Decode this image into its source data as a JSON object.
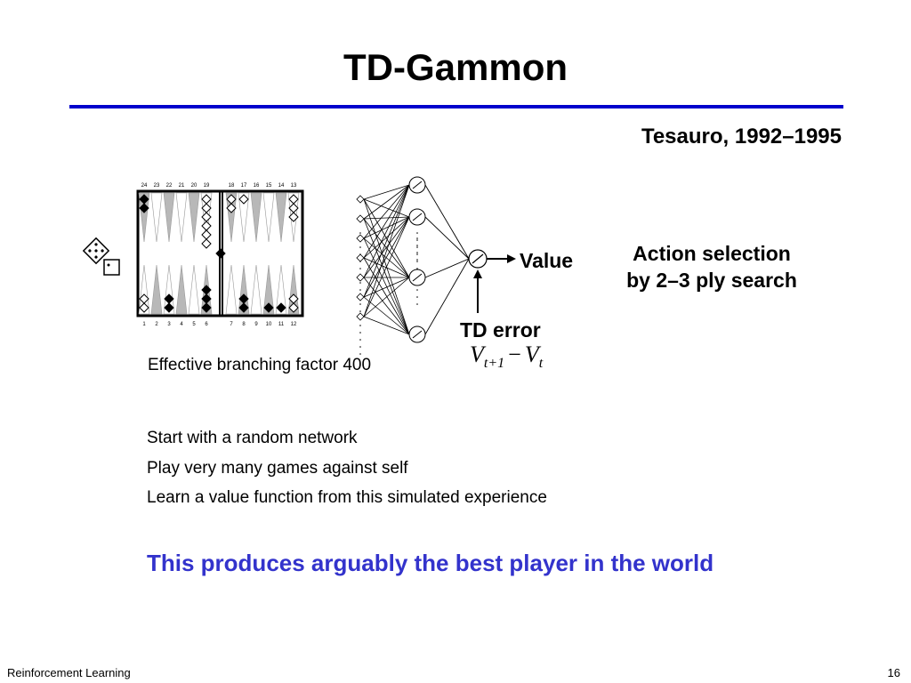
{
  "slide": {
    "title": "TD-Gammon",
    "citation": "Tesauro, 1992–1995",
    "action_line1": "Action selection",
    "action_line2": "by 2–3 ply search",
    "value_label": "Value",
    "td_error_label": "TD error",
    "formula": {
      "v": "V",
      "sub1": "t+1",
      "minus": "−",
      "sub2": "t"
    },
    "branching": "Effective branching factor 400",
    "bullets": [
      "Start with a random network",
      "Play very many games against self",
      "Learn a value function from this simulated experience"
    ],
    "conclusion": "This produces arguably the best player in the world"
  },
  "board": {
    "top_points": [
      "24",
      "23",
      "22",
      "21",
      "20",
      "19",
      "18",
      "17",
      "16",
      "15",
      "14",
      "13"
    ],
    "bottom_points": [
      "1",
      "2",
      "3",
      "4",
      "5",
      "6",
      "7",
      "8",
      "9",
      "10",
      "11",
      "12"
    ]
  },
  "footer": {
    "left": "Reinforcement Learning",
    "page": "16"
  },
  "colors": {
    "rule": "#0000cc",
    "conclusion": "#3333cc"
  }
}
